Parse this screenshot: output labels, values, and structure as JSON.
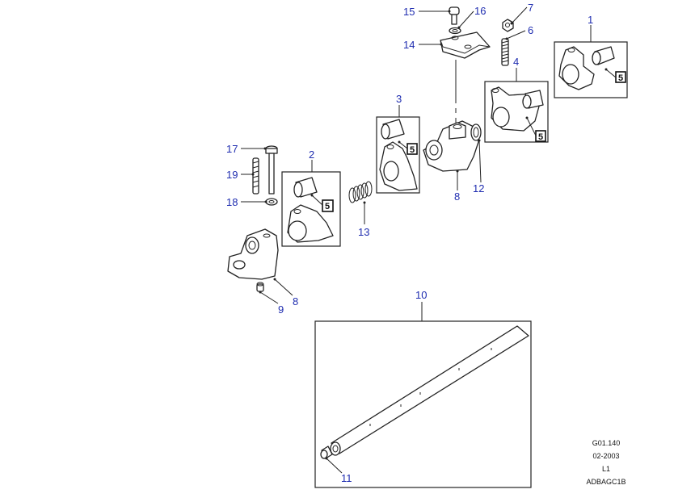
{
  "callouts": {
    "c1": "1",
    "c2": "2",
    "c3": "3",
    "c4": "4",
    "c5": "5",
    "c6": "6",
    "c7": "7",
    "c8a": "8",
    "c8b": "8",
    "c9": "9",
    "c10": "10",
    "c11": "11",
    "c12": "12",
    "c13": "13",
    "c14": "14",
    "c15": "15",
    "c16": "16",
    "c17": "17",
    "c18": "18",
    "c19": "19"
  },
  "badges": {
    "b1": "5",
    "b2": "5",
    "b3": "5",
    "b4": "5"
  },
  "reference": {
    "drawing_no": "G01.140",
    "date": "02-2003",
    "level": "L1",
    "code": "ADBAGC1B"
  },
  "colors": {
    "callout": "#1f2db0",
    "line": "#222222"
  }
}
